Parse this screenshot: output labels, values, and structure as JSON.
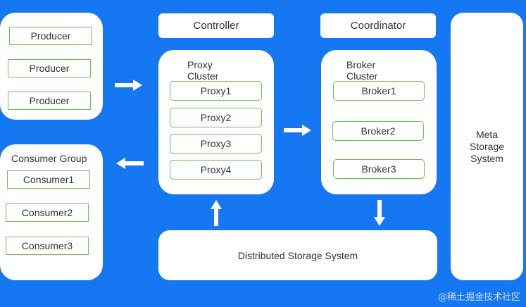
{
  "producers": {
    "items": [
      "Producer",
      "Producer",
      "Producer"
    ]
  },
  "consumers": {
    "title": "Consumer Group",
    "items": [
      "Consumer1",
      "Consumer2",
      "Consumer3"
    ]
  },
  "controller": {
    "label": "Controller"
  },
  "coordinator": {
    "label": "Coordinator"
  },
  "proxy_cluster": {
    "title_line1": "Proxy",
    "title_line2": "Cluster",
    "items": [
      "Proxy1",
      "Proxy2",
      "Proxy3",
      "Proxy4"
    ]
  },
  "broker_cluster": {
    "title_line1": "Broker",
    "title_line2": "Cluster",
    "items": [
      "Broker1",
      "Broker2",
      "Broker3"
    ]
  },
  "meta_storage": {
    "line1": "Meta",
    "line2": "Storage",
    "line3": "System"
  },
  "distributed_storage": {
    "label": "Distributed Storage System"
  },
  "watermark": {
    "text": "@稀土掘金技术社区"
  },
  "colors": {
    "background": "#1677f2",
    "panel": "#ffffff",
    "item_border": "#6fbf55",
    "arrow": "#ffffff"
  }
}
